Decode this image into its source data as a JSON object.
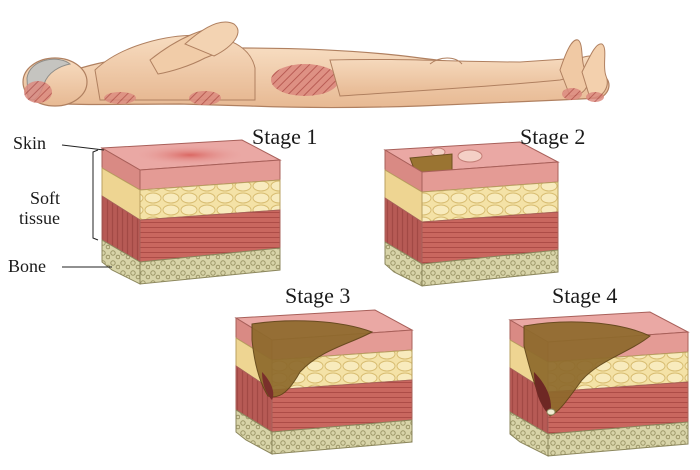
{
  "labels": {
    "skin": "Skin",
    "soft_tissue_line1": "Soft",
    "soft_tissue_line2": "tissue",
    "bone": "Bone"
  },
  "stages": [
    {
      "title": "Stage 1"
    },
    {
      "title": "Stage 2"
    },
    {
      "title": "Stage 3"
    },
    {
      "title": "Stage 4"
    }
  ],
  "colors": {
    "skin_body": "#f2d0b0",
    "pressure_area": "#c96a63",
    "epidermis": "#e8a3a0",
    "fat": "#f3dfa0",
    "muscle": "#c8645f",
    "bone": "#d7d3a8",
    "wound": "#8a6a2d"
  }
}
